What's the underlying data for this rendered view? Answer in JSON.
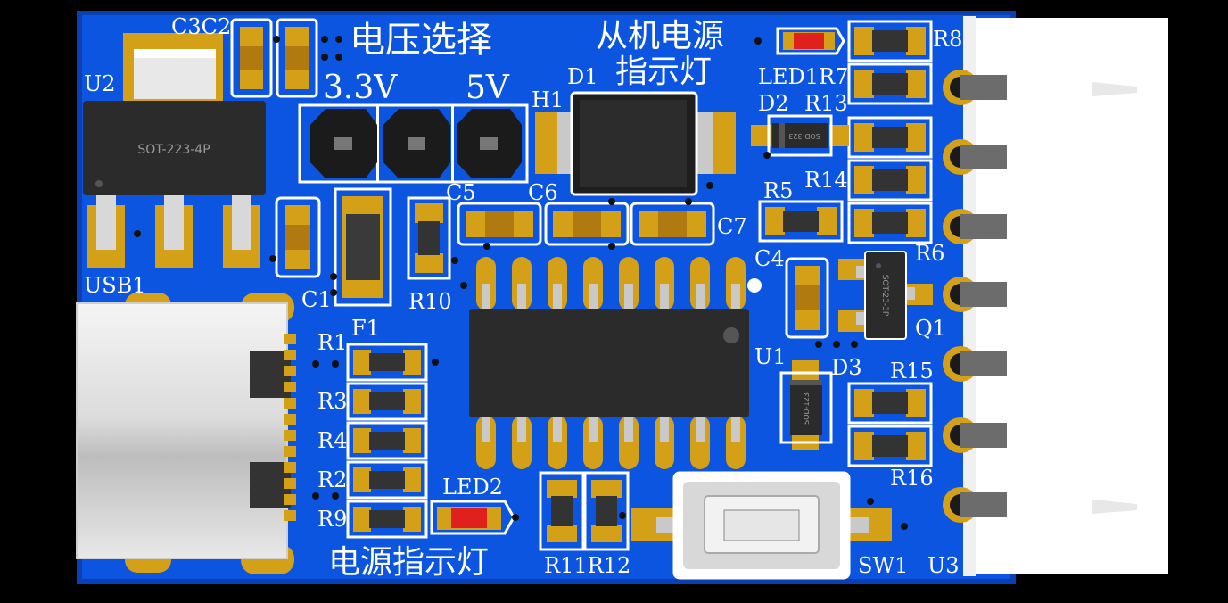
{
  "board": {
    "heading_voltage_select": "电压选择",
    "heading_slave_power": "从机电源",
    "heading_indicator": "指示灯",
    "heading_power_indicator": "电源指示灯",
    "label_3v3": "3.3V",
    "label_5v": "5V"
  },
  "designators": {
    "c3c2": "C3C2",
    "u2": "U2",
    "usb1": "USB1",
    "c1": "C1",
    "f1": "F1",
    "r10": "R10",
    "c5": "C5",
    "c6": "C6",
    "c7": "C7",
    "c4": "C4",
    "d1": "D1",
    "h1": "H1",
    "d2": "D2",
    "d3": "D3",
    "led1": "LED1",
    "led2": "LED2",
    "r1": "R1",
    "r2": "R2",
    "r3": "R3",
    "r4": "R4",
    "r5": "R5",
    "r6": "R6",
    "r7": "R7",
    "r8": "R8",
    "r9": "R9",
    "r11r12": "R11R12",
    "r13": "R13",
    "r14": "R14",
    "r15": "R15",
    "r16": "R16",
    "u1": "U1",
    "u3": "U3",
    "q1": "Q1",
    "sw1": "SW1"
  },
  "packages": {
    "u2": "SOT-223-4P",
    "d2": "SOD-323",
    "d3": "SOD-123",
    "q1": "SOT-23-3P"
  },
  "colors": {
    "pcb": "#0b55e0",
    "pad": "#d4a017",
    "silkscreen": "#ffffff",
    "led": "#e0201c",
    "component_body": "#2a2a2a"
  }
}
